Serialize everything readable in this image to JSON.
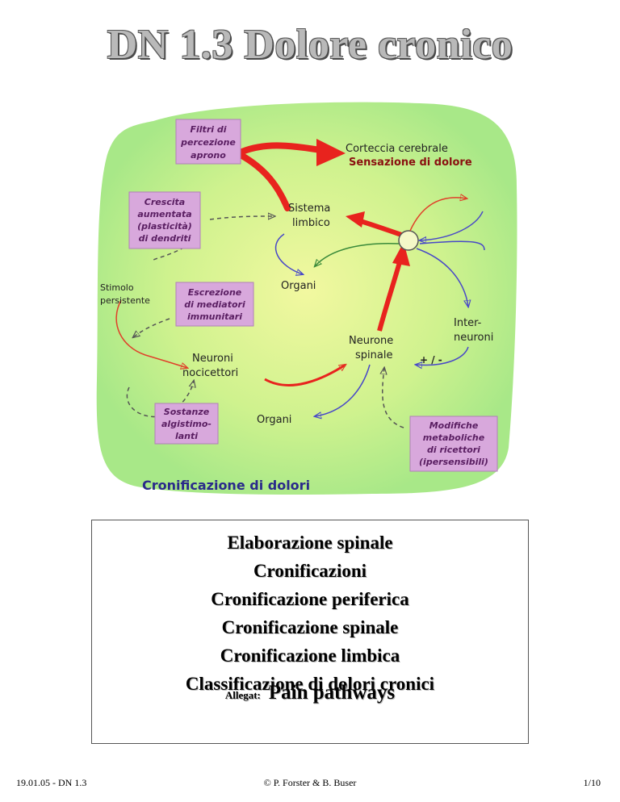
{
  "page": {
    "title": "DN 1.3 Dolore cronico"
  },
  "figure": {
    "boxes": {
      "filtri": [
        "Filtri di",
        "percezione",
        "aprono"
      ],
      "crescita": [
        "Crescita",
        "aumentata",
        "(plasticità)",
        "di dendriti"
      ],
      "escrezione": [
        "Escrezione",
        "di mediatori",
        "immunitari"
      ],
      "sostanze": [
        "Sostanze",
        "algistimo-",
        "lanti"
      ],
      "modifiche": [
        "Modifiche",
        "metaboliche",
        "di ricettori",
        "(ipersensibili)"
      ]
    },
    "labels": {
      "corteccia": "Corteccia cerebrale",
      "sensazione": "Sensazione di dolore",
      "sistema": "Sistema",
      "limbico": "limbico",
      "organi_top": "Organi",
      "stimolo": "Stimolo",
      "persistente": "persistente",
      "neuroni": "Neuroni",
      "nocicettori": "nocicettori",
      "neurone": "Neurone",
      "spinale": "spinale",
      "inter": "Inter-",
      "neuroni_inter": "neuroni",
      "plusminus": "+ / -",
      "organi_bottom": "Organi"
    },
    "caption": "Cronificazione di dolori",
    "colors": {
      "background": "#c4f08a",
      "box": "#d8a8dc",
      "arrow_red": "#e8231e",
      "arrow_blue": "#4040c0"
    }
  },
  "toc": {
    "items": [
      "Elaborazione spinale",
      "Cronificazioni",
      "Cronificazione periferica",
      "Cronificazione spinale",
      "Cronificazione limbica",
      "Classificazione di dolori cronici"
    ],
    "attachment_label": "Allegat:",
    "attachment_value": "Pain pathways"
  },
  "footer": {
    "left": "19.01.05 - DN 1.3",
    "center": "© P. Forster & B. Buser",
    "right": "1/10"
  }
}
